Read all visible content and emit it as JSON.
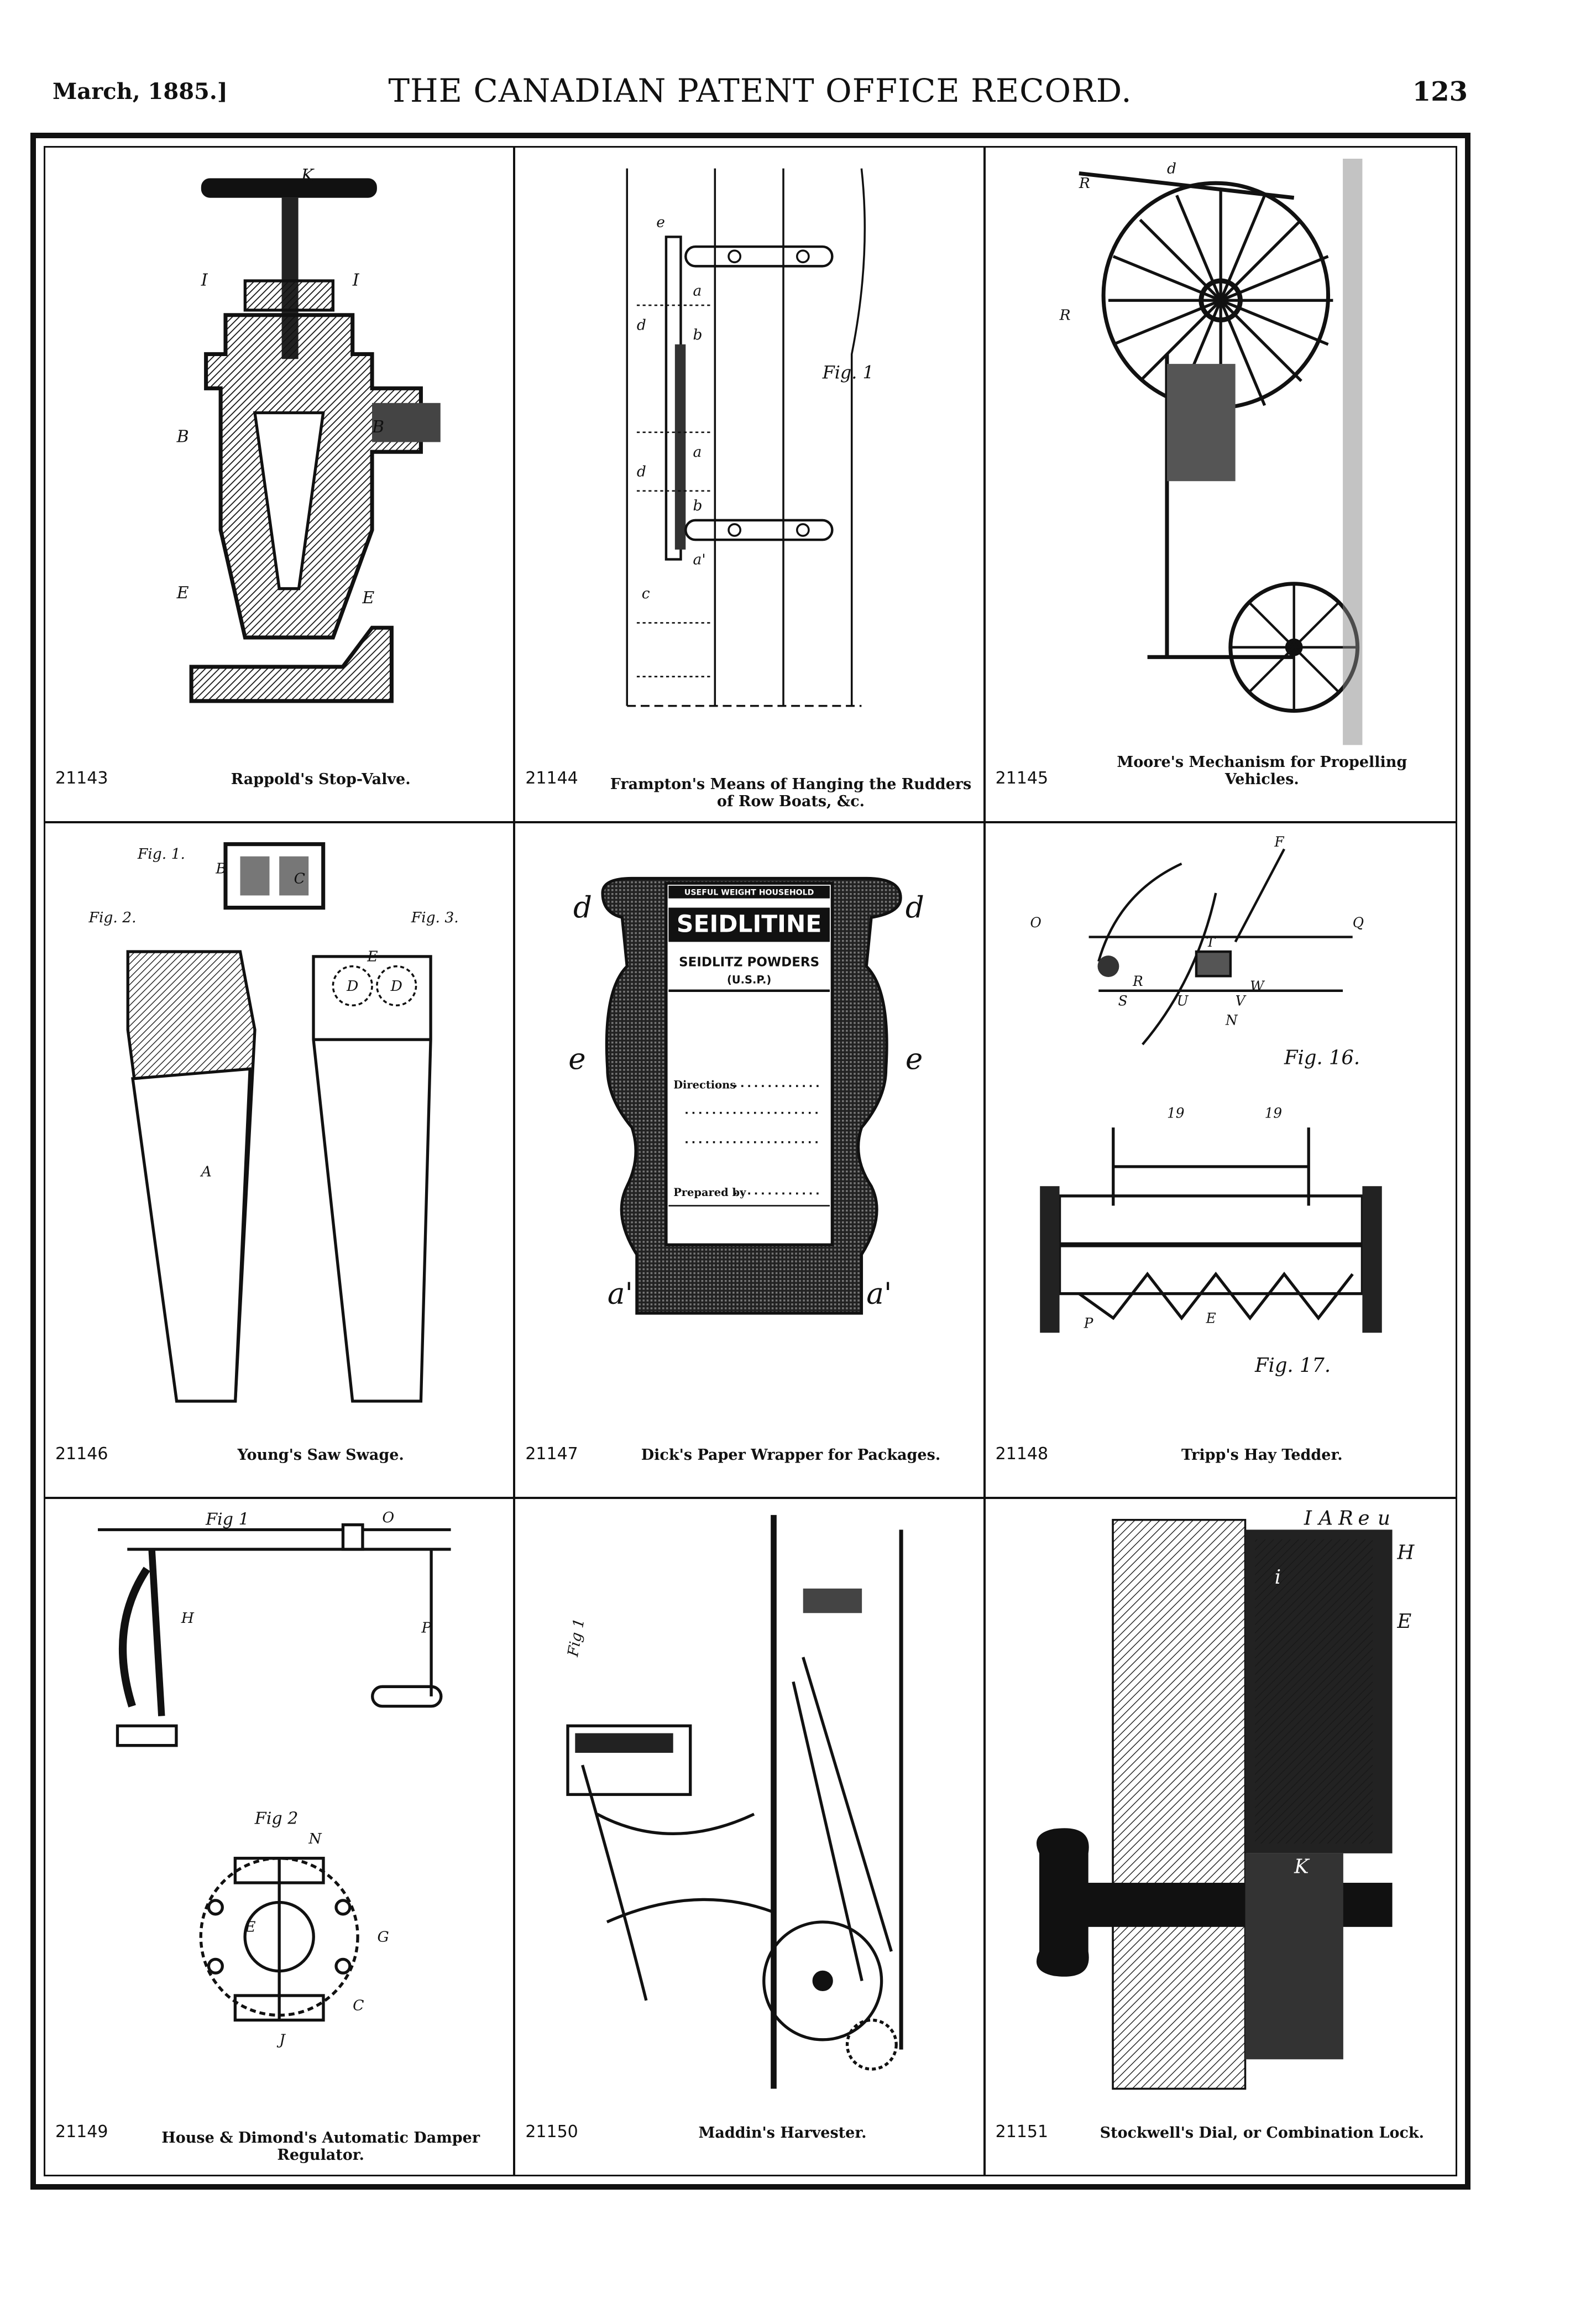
{
  "header": {
    "date": "March, 1885.]",
    "title": "THE CANADIAN PATENT OFFICE RECORD.",
    "page": "123"
  },
  "patents": [
    {
      "number": "21143",
      "title": "Rappold's Stop-Valve.",
      "figure_labels": [
        "K",
        "I",
        "I",
        "B",
        "B",
        "E",
        "E"
      ]
    },
    {
      "number": "21144",
      "title": "Frampton's Means of Hanging the Rudders of Row Boats, &c.",
      "figure_labels": [
        "Fig. 1",
        "e",
        "a",
        "b",
        "d",
        "a",
        "d",
        "b",
        "a'",
        "c"
      ]
    },
    {
      "number": "21145",
      "title": "Moore's Mechanism for Propelling Vehicles.",
      "figure_labels": [
        "R",
        "d",
        "R"
      ]
    },
    {
      "number": "21146",
      "title": "Young's Saw Swage.",
      "figure_labels": [
        "Fig. 1.",
        "Fig. 2.",
        "Fig. 3.",
        "A",
        "B",
        "C",
        "E",
        "D",
        "D"
      ]
    },
    {
      "number": "21147",
      "title": "Dick's Paper Wrapper for Packages.",
      "figure_labels": [
        "USEFUL WEIGHT HOUSEHOLD",
        "SEIDLITINE",
        "SEIDLITZ POWDERS",
        "(U.S.P.)",
        "Directions",
        "Prepared by",
        "d",
        "d",
        "e",
        "e",
        "a'",
        "a'"
      ]
    },
    {
      "number": "21148",
      "title": "Tripp's Hay Tedder.",
      "figure_labels": [
        "Fig. 16.",
        "Fig. 17.",
        "F",
        "Q",
        "O",
        "R",
        "S",
        "T",
        "U",
        "V",
        "W",
        "N",
        "19",
        "19",
        "E",
        "P"
      ]
    },
    {
      "number": "21149",
      "title": "House & Dimond's Automatic Damper Regulator.",
      "figure_labels": [
        "Fig 1",
        "Fig 2",
        "N",
        "O",
        "P",
        "H",
        "G",
        "E",
        "J",
        "C"
      ]
    },
    {
      "number": "21150",
      "title": "Maddin's Harvester.",
      "figure_labels": [
        "Fig 1"
      ]
    },
    {
      "number": "21151",
      "title": "Stockwell's Dial, or Combination Lock.",
      "figure_labels": [
        "I",
        "A",
        "R",
        "e",
        "u",
        "H",
        "E",
        "K",
        "i"
      ]
    }
  ]
}
